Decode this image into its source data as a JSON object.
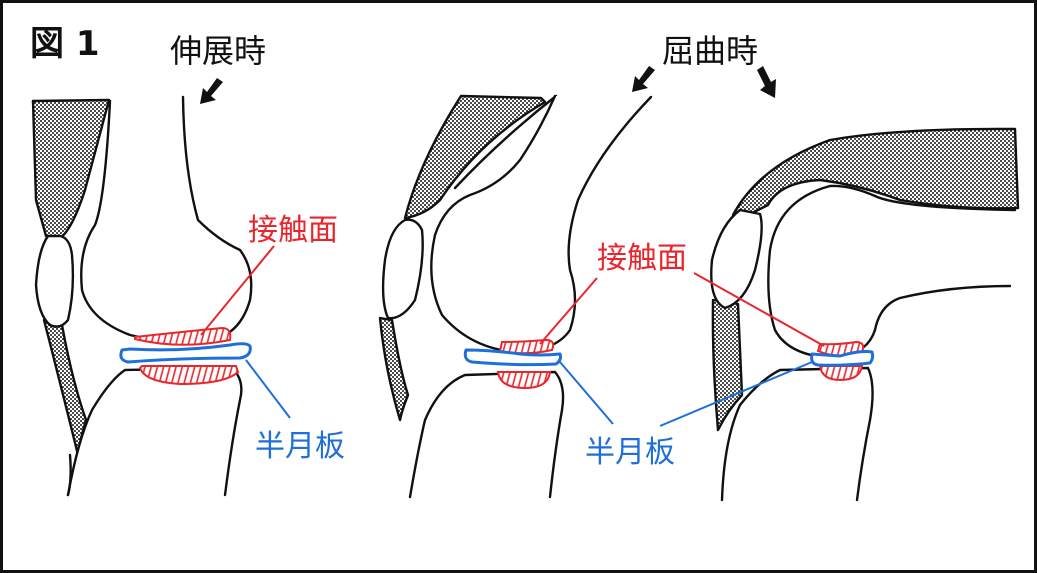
{
  "figure": {
    "title": "図 1",
    "states": {
      "extension": "伸展時",
      "flexion": "屈曲時"
    },
    "labels": {
      "contact_surface": "接触面",
      "meniscus": "半月板"
    },
    "colors": {
      "contact_surface": "#e8262c",
      "meniscus": "#1e6fd9",
      "outline": "#111111"
    },
    "panels": [
      {
        "name": "extension",
        "state_label": "伸展時",
        "contact_label": "接触面",
        "meniscus_label": "半月板"
      },
      {
        "name": "partial-flexion",
        "contact_label": "接触面",
        "meniscus_label": "半月板"
      },
      {
        "name": "full-flexion",
        "contact_label": "接触面"
      }
    ]
  }
}
